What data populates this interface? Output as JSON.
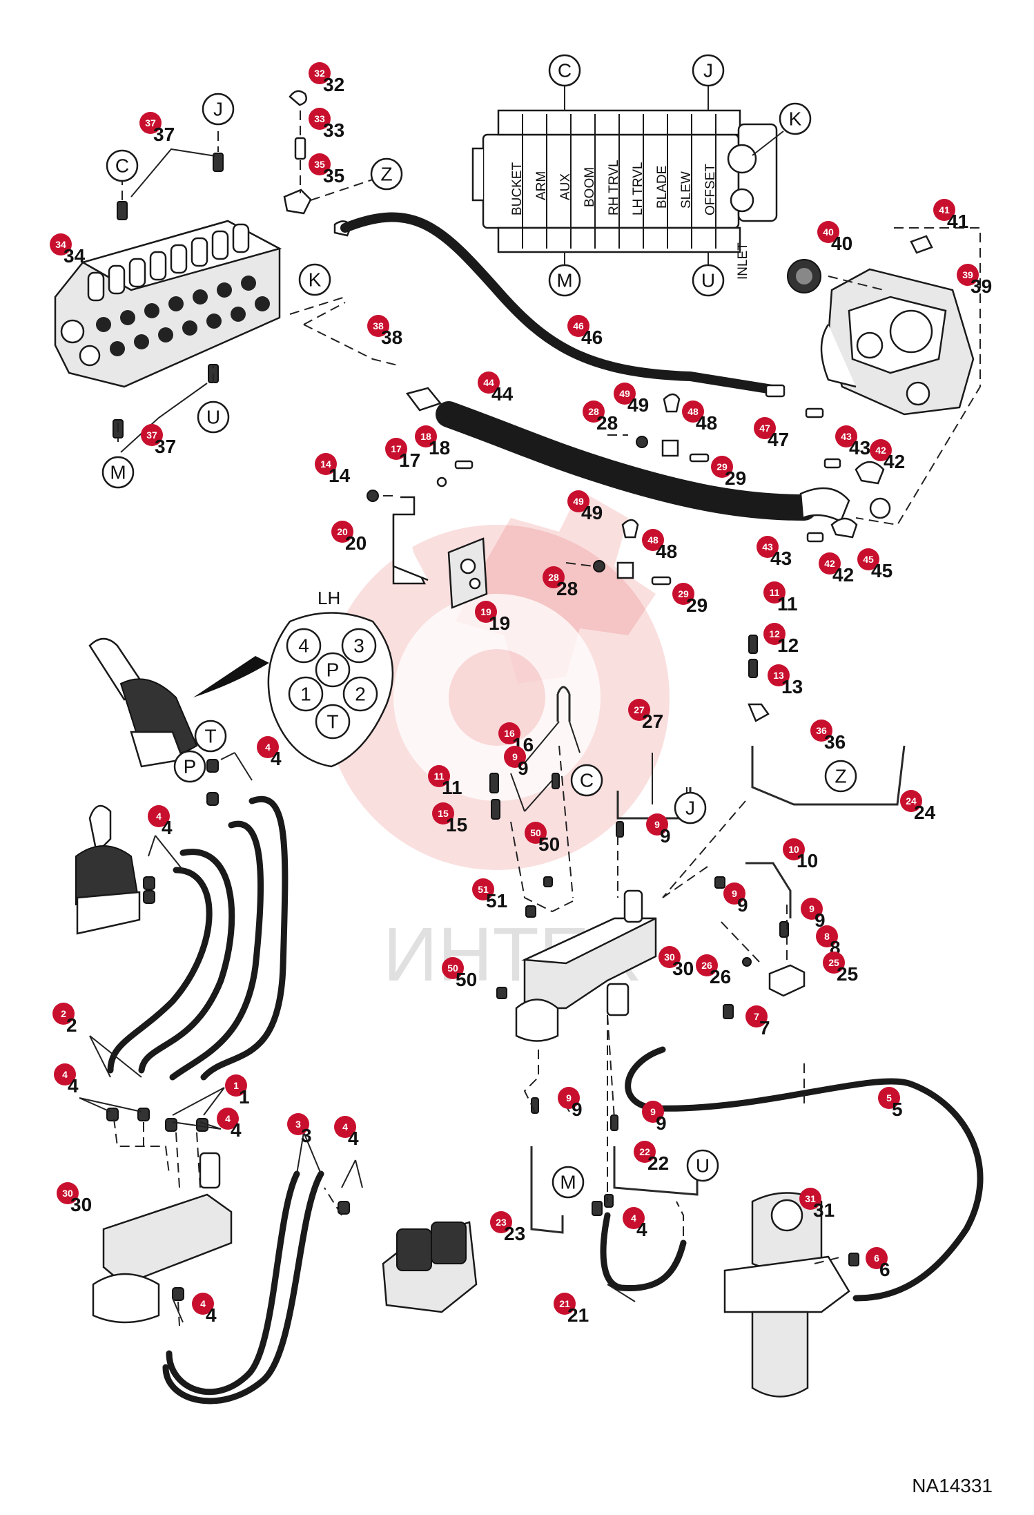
{
  "figure_id": "NA14331",
  "watermark_text": "ИНТЕХ",
  "accent_color": "#c8102e",
  "letter_callouts": {
    "C_top": "C",
    "J_top": "J",
    "M_top": "M",
    "U_top": "U",
    "K_top": "K",
    "inlet": "INLET",
    "J_left": "J",
    "C_left": "C",
    "Z_left": "Z",
    "K_left": "K",
    "U_left": "U",
    "M_left": "M",
    "C_mid": "C",
    "J_mid": "J",
    "Z_mid": "Z",
    "M_low": "M",
    "U_low": "U",
    "T_joy": "T",
    "P_joy": "P"
  },
  "valve_sections": [
    "BUCKET",
    "ARM",
    "AUX",
    "BOOM",
    "RH TRVL",
    "LH TRVL",
    "BLADE",
    "SLEW",
    "OFFSET"
  ],
  "port_pattern": {
    "title": "LH",
    "ports": [
      "4",
      "3",
      "P",
      "1",
      "2",
      "T"
    ]
  },
  "part_numbers": {
    "n1": "1",
    "n2": "2",
    "n3": "3",
    "n4a": "4",
    "n4b": "4",
    "n4c": "4",
    "n4d": "4",
    "n4e": "4",
    "n4f": "4",
    "n4g": "4",
    "n5": "5",
    "n6": "6",
    "n7": "7",
    "n8": "8",
    "n9a": "9",
    "n9b": "9",
    "n9c": "9",
    "n9d": "9",
    "n9e": "9",
    "n10": "10",
    "n11a": "11",
    "n11b": "11",
    "n12": "12",
    "n13": "13",
    "n14": "14",
    "n15": "15",
    "n16": "16",
    "n17": "17",
    "n18": "18",
    "n19": "19",
    "n20": "20",
    "n21": "21",
    "n22": "22",
    "n23": "23",
    "n24": "24",
    "n25": "25",
    "n26": "26",
    "n27": "27",
    "n28a": "28",
    "n28b": "28",
    "n29a": "29",
    "n29b": "29",
    "n30a": "30",
    "n30b": "30",
    "n31": "31",
    "n32": "32",
    "n33": "33",
    "n34": "34",
    "n35": "35",
    "n36": "36",
    "n37a": "37",
    "n37b": "37",
    "n38": "38",
    "n39": "39",
    "n40": "40",
    "n41": "41",
    "n42a": "42",
    "n42b": "42",
    "n43a": "43",
    "n43b": "43",
    "n44": "44",
    "n45": "45",
    "n46": "46",
    "n47": "47",
    "n48a": "48",
    "n48b": "48",
    "n49a": "49",
    "n49b": "49",
    "n50a": "50",
    "n50b": "50",
    "n51": "51"
  }
}
